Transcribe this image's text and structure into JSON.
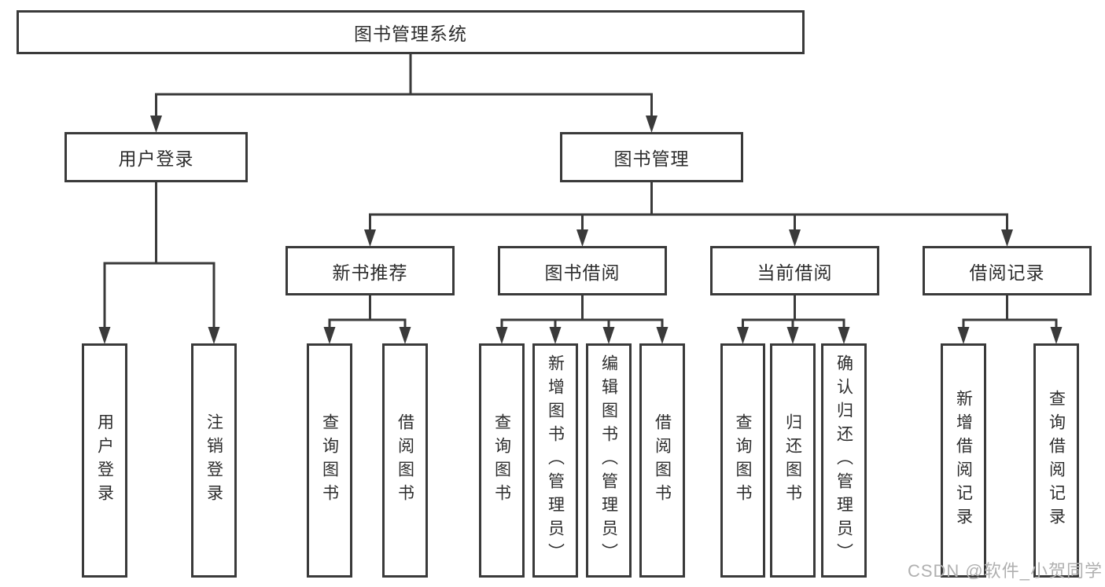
{
  "diagram": {
    "title": "图书管理系统"
  },
  "nodes": [
    {
      "id": "root",
      "label": "图书管理系统",
      "orientation": "horizontal"
    },
    {
      "id": "user-login",
      "label": "用户登录",
      "orientation": "horizontal"
    },
    {
      "id": "book-mgmt",
      "label": "图书管理",
      "orientation": "horizontal"
    },
    {
      "id": "new-book-rec",
      "label": "新书推荐",
      "orientation": "horizontal"
    },
    {
      "id": "book-borrow",
      "label": "图书借阅",
      "orientation": "horizontal"
    },
    {
      "id": "current-borrow",
      "label": "当前借阅",
      "orientation": "horizontal"
    },
    {
      "id": "borrow-records",
      "label": "借阅记录",
      "orientation": "horizontal"
    },
    {
      "id": "leaf-user-login",
      "label": "用户登录",
      "orientation": "vertical"
    },
    {
      "id": "leaf-logout",
      "label": "注销登录",
      "orientation": "vertical"
    },
    {
      "id": "leaf-nb-query",
      "label": "查询图书",
      "orientation": "vertical"
    },
    {
      "id": "leaf-nb-borrow",
      "label": "借阅图书",
      "orientation": "vertical"
    },
    {
      "id": "leaf-bb-query",
      "label": "查询图书",
      "orientation": "vertical"
    },
    {
      "id": "leaf-bb-add",
      "label": "新增图书（管理员）",
      "orientation": "vertical"
    },
    {
      "id": "leaf-bb-edit",
      "label": "编辑图书（管理员）",
      "orientation": "vertical"
    },
    {
      "id": "leaf-bb-borrow",
      "label": "借阅图书",
      "orientation": "vertical"
    },
    {
      "id": "leaf-cb-query",
      "label": "查询图书",
      "orientation": "vertical"
    },
    {
      "id": "leaf-cb-return",
      "label": "归还图书",
      "orientation": "vertical"
    },
    {
      "id": "leaf-cb-confirm",
      "label": "确认归还（管理员）",
      "orientation": "vertical"
    },
    {
      "id": "leaf-br-add",
      "label": "新增借阅记录",
      "orientation": "vertical"
    },
    {
      "id": "leaf-br-query",
      "label": "查询借阅记录",
      "orientation": "vertical"
    }
  ],
  "edges": [
    {
      "from": "root",
      "to": [
        "user-login",
        "book-mgmt"
      ]
    },
    {
      "from": "book-mgmt",
      "to": [
        "new-book-rec",
        "book-borrow",
        "current-borrow",
        "borrow-records"
      ]
    },
    {
      "from": "user-login",
      "to": [
        "leaf-user-login",
        "leaf-logout"
      ]
    },
    {
      "from": "new-book-rec",
      "to": [
        "leaf-nb-query",
        "leaf-nb-borrow"
      ]
    },
    {
      "from": "book-borrow",
      "to": [
        "leaf-bb-query",
        "leaf-bb-add",
        "leaf-bb-edit",
        "leaf-bb-borrow"
      ]
    },
    {
      "from": "current-borrow",
      "to": [
        "leaf-cb-query",
        "leaf-cb-return",
        "leaf-cb-confirm"
      ]
    },
    {
      "from": "borrow-records",
      "to": [
        "leaf-br-add",
        "leaf-br-query"
      ]
    }
  ],
  "watermark": {
    "text": "CSDN @软件_小贺同学"
  },
  "colors": {
    "line": "#3a3a3a",
    "border": "#3a3a3a",
    "text": "#2d2d2d",
    "background": "#ffffff",
    "watermark": "#b0b0b0"
  }
}
